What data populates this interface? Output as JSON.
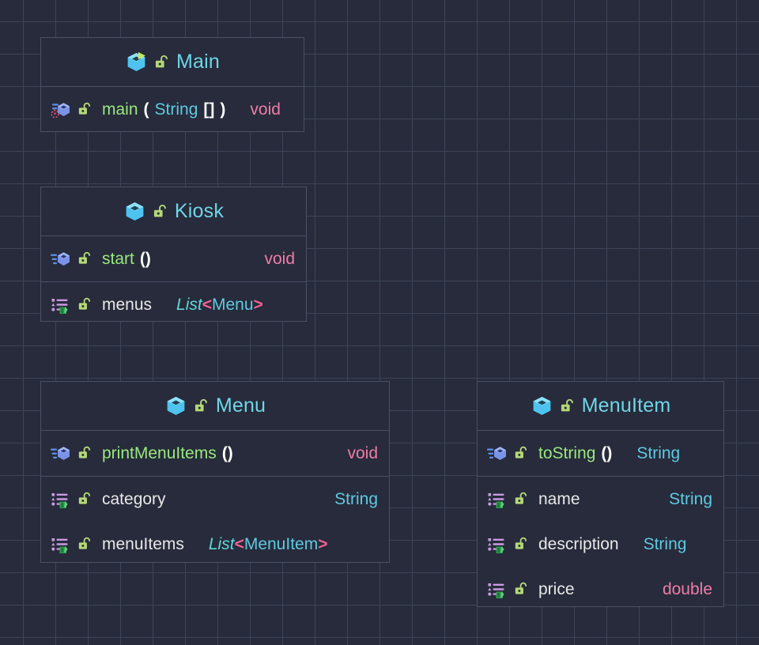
{
  "diagram": {
    "kind": "uml-class-diagram",
    "background_color": "#272b3b",
    "grid_color": "#3e4459",
    "border_color": "#4a5066"
  },
  "palette": {
    "class_name": "#6fd6e8",
    "method_name": "#9ae87f",
    "field_name": "#e8e8e8",
    "type_reference": "#5fc9e0",
    "primitive_keyword": "#f07ca8",
    "generic_bracket": "#f06292",
    "cube_icon": "#4ec3ef",
    "method_icon": "#7a93e8",
    "field_icon": "#c99ae0",
    "lock_icon": "#b4d77a",
    "run_marker": "#c5e860",
    "recursion_marker": "#e05070"
  },
  "icons": {
    "class": "class-cube-icon",
    "class_runnable": "class-cube-run-icon",
    "method": "method-hexagon-icon",
    "method_main": "method-hexagon-entrypoint-icon",
    "field": "field-list-icon",
    "visibility_public": "unlocked-padlock-icon"
  },
  "classes": [
    {
      "id": "main",
      "name": "Main",
      "header_icon": "class-cube-run-icon",
      "visibility": "public",
      "sections": [
        {
          "kind": "methods",
          "members": [
            {
              "icon": "method-hexagon-entrypoint-icon",
              "visibility": "public",
              "name": "main",
              "params": "String[]",
              "param_prefix": "(",
              "param_suffix": ")",
              "return_type": "void",
              "return_kind": "keyword",
              "type_inline": true
            }
          ]
        }
      ]
    },
    {
      "id": "kiosk",
      "name": "Kiosk",
      "header_icon": "class-cube-icon",
      "visibility": "public",
      "sections": [
        {
          "kind": "methods",
          "members": [
            {
              "icon": "method-hexagon-icon",
              "visibility": "public",
              "name": "start",
              "params": "",
              "param_prefix": "(",
              "param_suffix": ")",
              "return_type": "void",
              "return_kind": "keyword"
            }
          ]
        },
        {
          "kind": "fields",
          "members": [
            {
              "icon": "field-list-icon",
              "visibility": "public",
              "name": "menus",
              "return_type": "List<Menu>",
              "return_kind": "generic",
              "generic_base": "List",
              "generic_arg": "Menu",
              "type_inline": true
            }
          ]
        }
      ]
    },
    {
      "id": "menu",
      "name": "Menu",
      "header_icon": "class-cube-icon",
      "visibility": "public",
      "sections": [
        {
          "kind": "methods",
          "members": [
            {
              "icon": "method-hexagon-icon",
              "visibility": "public",
              "name": "printMenuItems",
              "params": "",
              "param_prefix": "(",
              "param_suffix": ")",
              "return_type": "void",
              "return_kind": "keyword"
            }
          ]
        },
        {
          "kind": "fields",
          "members": [
            {
              "icon": "field-list-icon",
              "visibility": "public",
              "name": "category",
              "return_type": "String",
              "return_kind": "type"
            },
            {
              "icon": "field-list-icon",
              "visibility": "public",
              "name": "menuItems",
              "return_type": "List<MenuItem>",
              "return_kind": "generic",
              "generic_base": "List",
              "generic_arg": "MenuItem",
              "type_inline": true
            }
          ]
        }
      ]
    },
    {
      "id": "menuitem",
      "name": "MenuItem",
      "header_icon": "class-cube-icon",
      "visibility": "public",
      "sections": [
        {
          "kind": "methods",
          "members": [
            {
              "icon": "method-hexagon-icon",
              "visibility": "public",
              "name": "toString",
              "params": "",
              "param_prefix": "(",
              "param_suffix": ")",
              "return_type": "String",
              "return_kind": "type",
              "type_inline": true
            }
          ]
        },
        {
          "kind": "fields",
          "members": [
            {
              "icon": "field-list-icon",
              "visibility": "public",
              "name": "name",
              "return_type": "String",
              "return_kind": "type"
            },
            {
              "icon": "field-list-icon",
              "visibility": "public",
              "name": "description",
              "return_type": "String",
              "return_kind": "type",
              "type_inline": true
            },
            {
              "icon": "field-list-icon",
              "visibility": "public",
              "name": "price",
              "return_type": "double",
              "return_kind": "keyword"
            }
          ]
        }
      ]
    }
  ]
}
